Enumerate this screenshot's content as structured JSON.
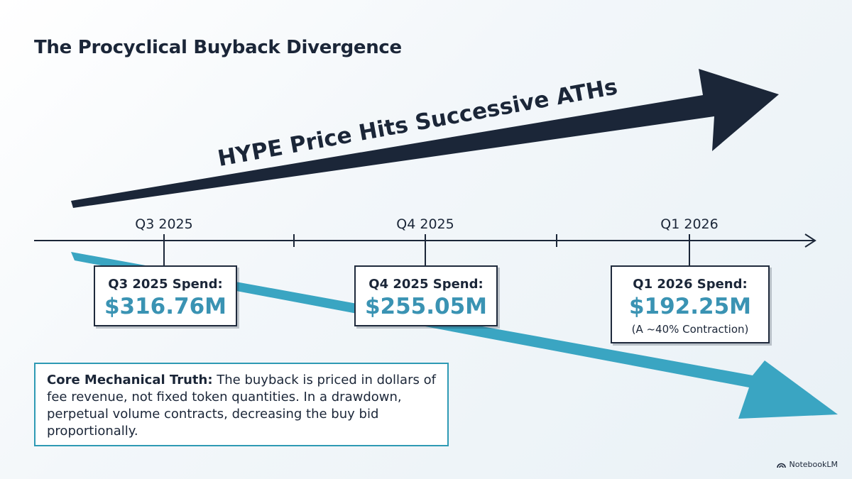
{
  "title": "The Procyclical Buyback Divergence",
  "arrow_up_label": "HYPE Price Hits Successive ATHs",
  "timeline": {
    "labels": [
      "Q3 2025",
      "Q4 2025",
      "Q1 2026"
    ]
  },
  "callouts": {
    "q3": {
      "label": "Q3 2025 Spend:",
      "value": "$316.76M"
    },
    "q4": {
      "label": "Q4 2025 Spend:",
      "value": "$255.05M"
    },
    "q1": {
      "label": "Q1 2026 Spend:",
      "value": "$192.25M",
      "note": "(A ~40% Contraction)"
    }
  },
  "truth": {
    "heading": "Core Mechanical Truth:",
    "body": " The buyback is priced in dollars of fee revenue, not fixed token quantities. In a drawdown, perpetual volume contracts, decreasing the buy bid proportionally."
  },
  "brand": "NotebookLM",
  "colors": {
    "navy": "#1b2638",
    "teal_arrow": "#3aa5c2",
    "value_teal": "#3a93b3",
    "box_border": "#2e9ab4"
  }
}
